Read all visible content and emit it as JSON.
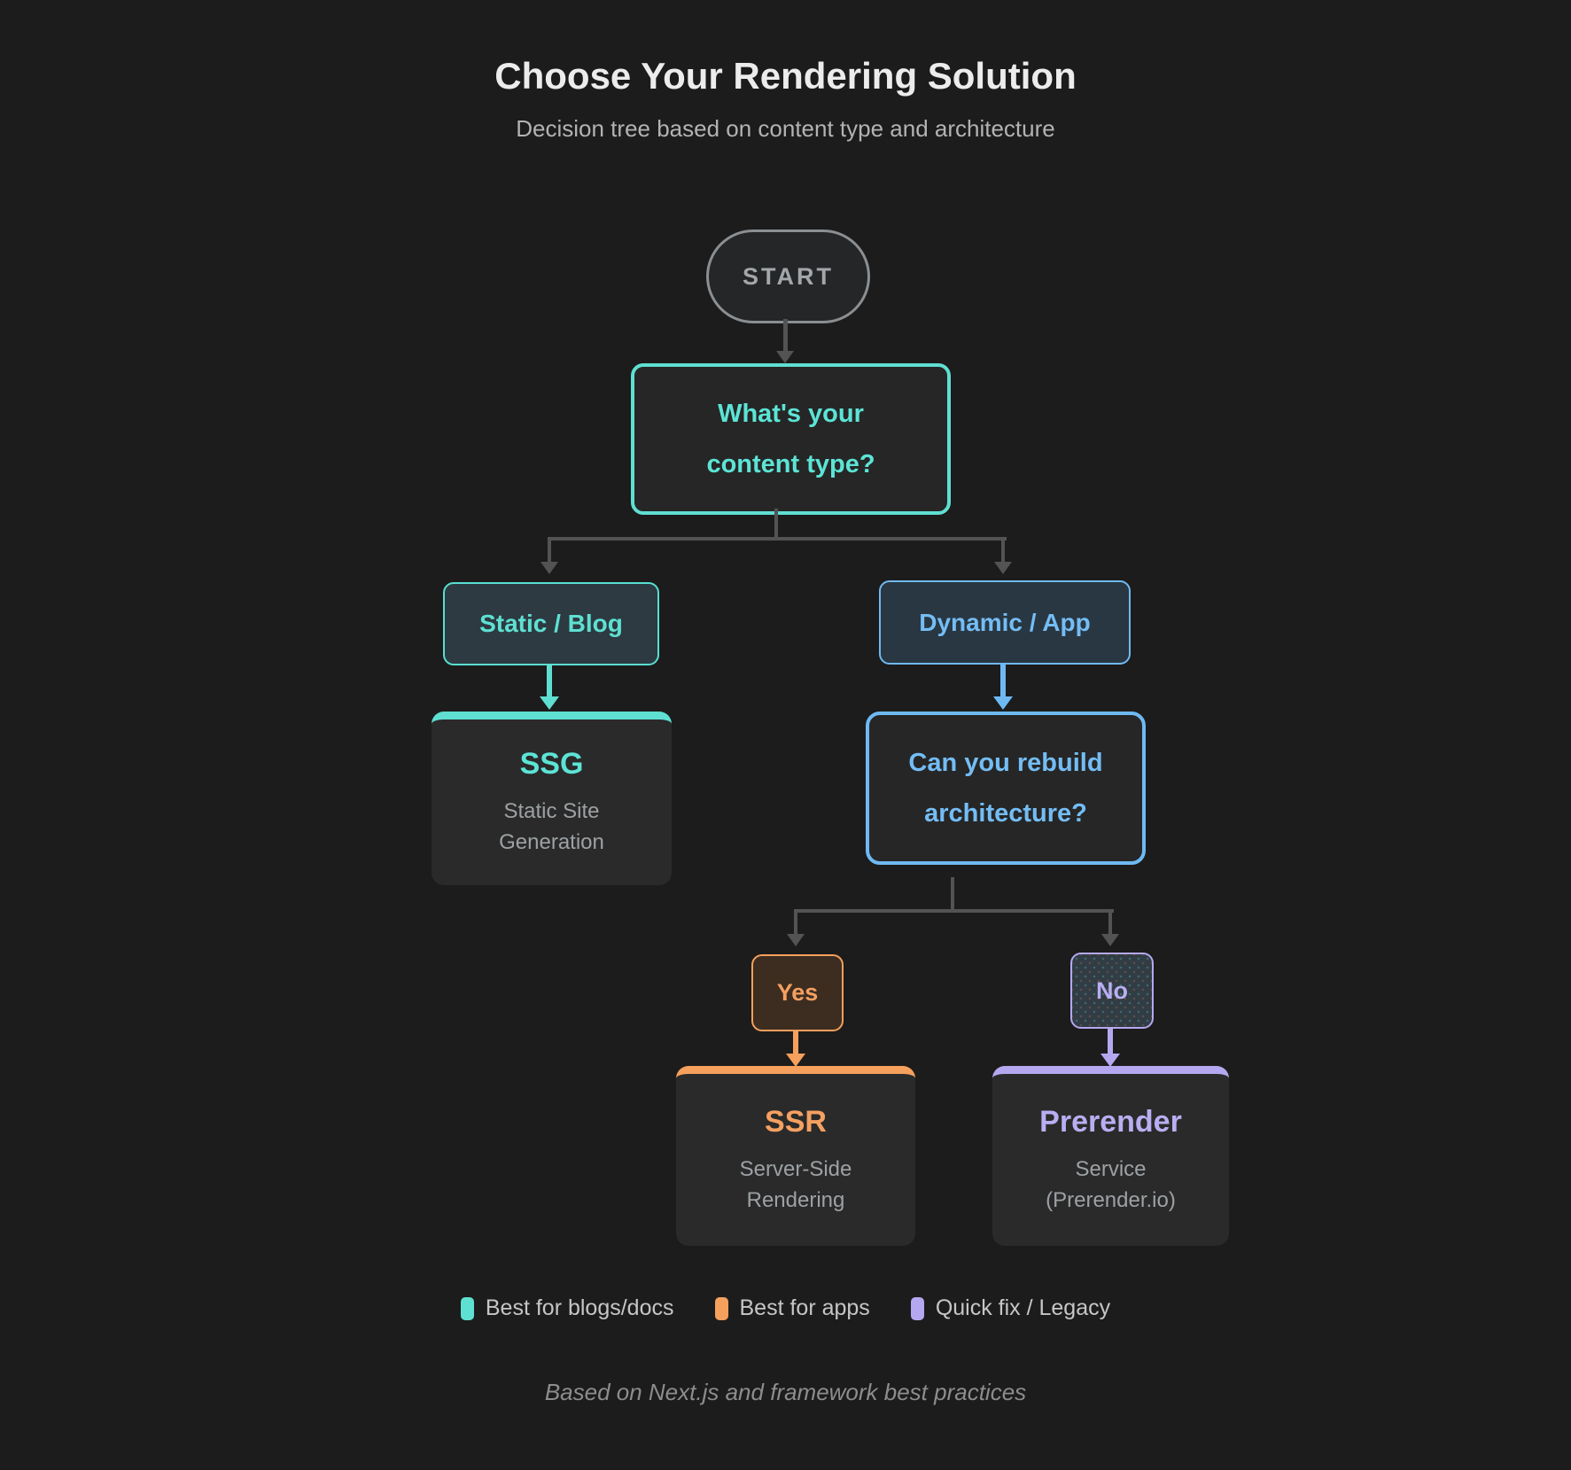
{
  "header": {
    "title": "Choose Your Rendering Solution",
    "subtitle": "Decision tree based on content type and architecture"
  },
  "nodes": {
    "start": {
      "label": "START"
    },
    "content_type": {
      "line1": "What's your",
      "line2": "content type?"
    },
    "static_blog": {
      "label": "Static / Blog"
    },
    "dynamic_app": {
      "label": "Dynamic / App"
    },
    "rebuild": {
      "line1": "Can you rebuild",
      "line2": "architecture?"
    },
    "yes": {
      "label": "Yes"
    },
    "no": {
      "label": "No"
    },
    "ssg": {
      "title": "SSG",
      "sub_line1": "Static Site",
      "sub_line2": "Generation"
    },
    "ssr": {
      "title": "SSR",
      "sub_line1": "Server-Side",
      "sub_line2": "Rendering"
    },
    "prerender": {
      "title": "Prerender",
      "sub_line1": "Service",
      "sub_line2": "(Prerender.io)"
    }
  },
  "legend": {
    "items": [
      {
        "label": "Best for blogs/docs",
        "color": "#5ee0d2"
      },
      {
        "label": "Best for apps",
        "color": "#f5a05c"
      },
      {
        "label": "Quick fix / Legacy",
        "color": "#b5a8f0"
      }
    ]
  },
  "footer": {
    "note": "Based on Next.js and framework best practices"
  },
  "colors": {
    "background": "#1c1c1c",
    "card_background": "#2a2a2a",
    "teal_accent": "#5fdfd2",
    "blue_accent": "#6fb9f3",
    "orange_accent": "#f5a05c",
    "purple_accent": "#b5a8f0",
    "connector_gray": "#535353"
  }
}
